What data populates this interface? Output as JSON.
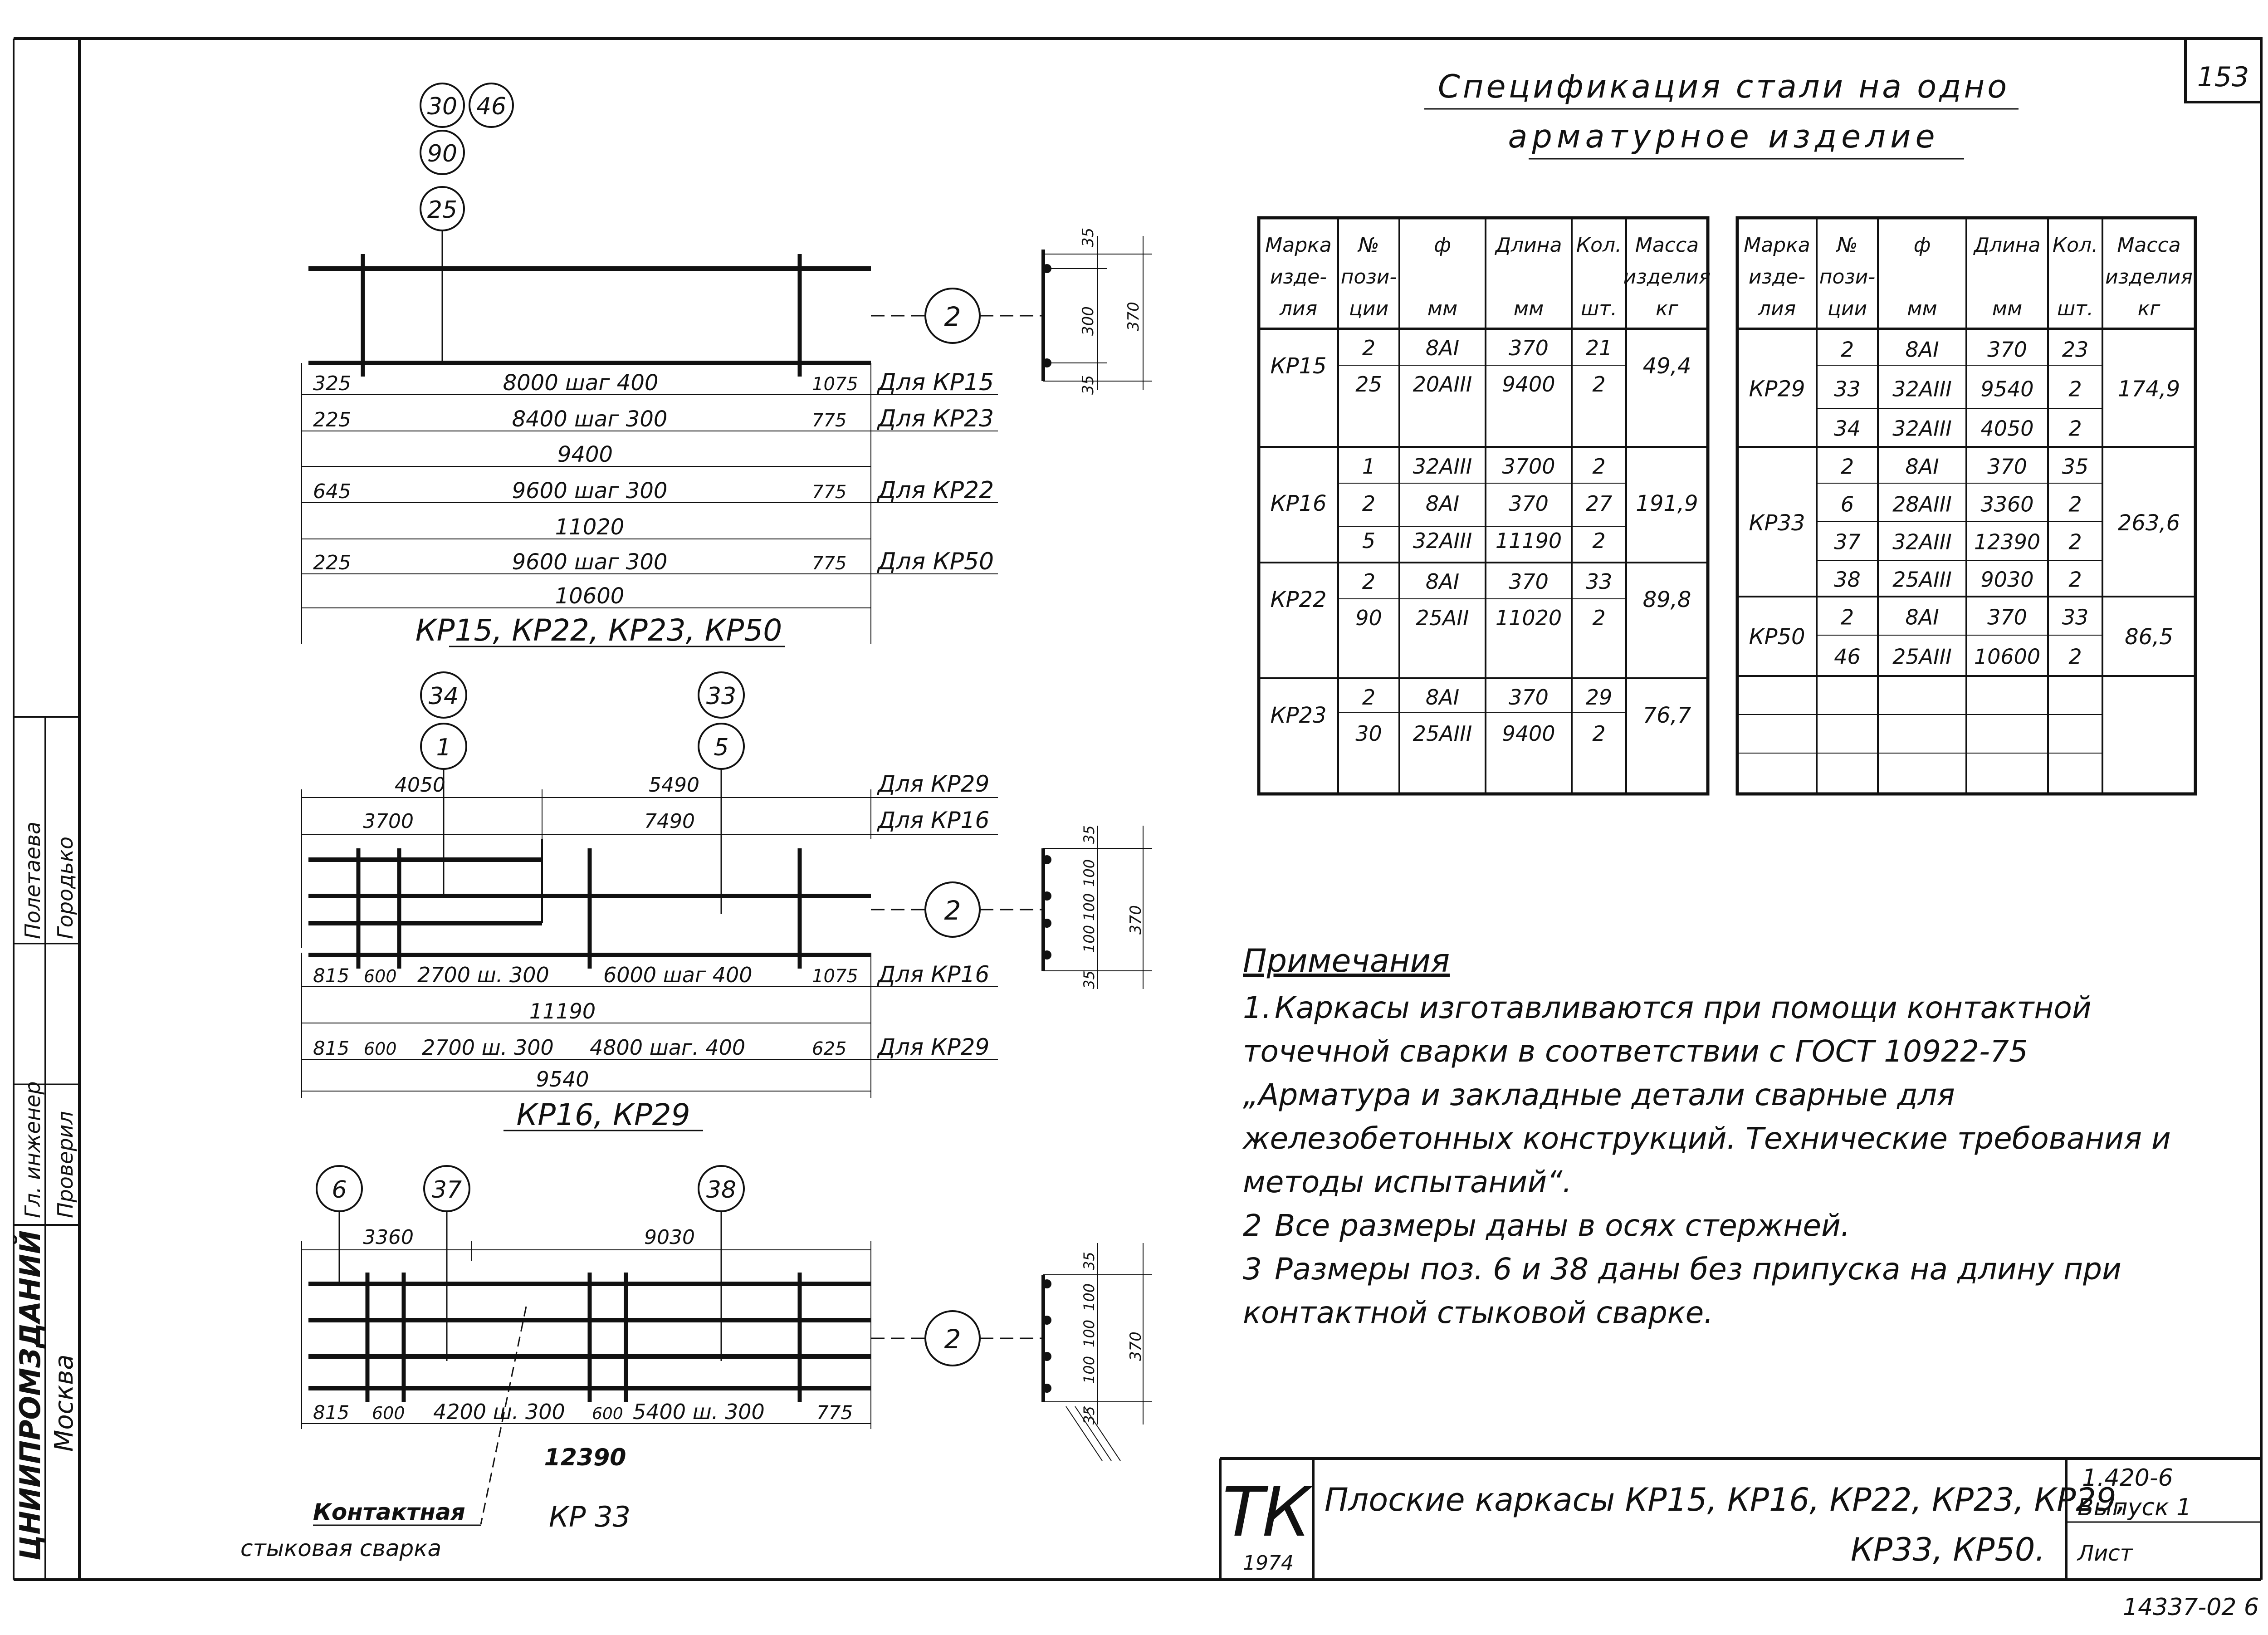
{
  "sheet": {
    "page_number": "153"
  },
  "spec": {
    "title_line1": "Спецификация стали на одно",
    "title_line2": "арматурное изделие",
    "headers": [
      [
        "Марка",
        "изде-",
        "лия"
      ],
      [
        "№",
        "пози-",
        "ции"
      ],
      [
        "ф",
        "",
        "мм"
      ],
      [
        "Длина",
        "",
        "мм"
      ],
      [
        "Кол.",
        "",
        "шт."
      ],
      [
        "Масса",
        "изделия",
        "кг"
      ]
    ],
    "left_table": [
      {
        "mark": "КР15",
        "mass": "49,4",
        "rows": [
          [
            "2",
            "8АI",
            "370",
            "21"
          ],
          [
            "25",
            "20АIII",
            "9400",
            "2"
          ]
        ]
      },
      {
        "mark": "КР16",
        "mass": "191,9",
        "rows": [
          [
            "1",
            "32АIII",
            "3700",
            "2"
          ],
          [
            "2",
            "8АI",
            "370",
            "27"
          ],
          [
            "5",
            "32АIII",
            "11190",
            "2"
          ]
        ]
      },
      {
        "mark": "КР22",
        "mass": "89,8",
        "rows": [
          [
            "2",
            "8АI",
            "370",
            "33"
          ],
          [
            "90",
            "25АII",
            "11020",
            "2"
          ]
        ]
      },
      {
        "mark": "КР23",
        "mass": "76,7",
        "rows": [
          [
            "2",
            "8АI",
            "370",
            "29"
          ],
          [
            "30",
            "25АIII",
            "9400",
            "2"
          ]
        ]
      }
    ],
    "right_table": [
      {
        "mark": "КР29",
        "mass": "174,9",
        "rows": [
          [
            "2",
            "8АI",
            "370",
            "23"
          ],
          [
            "33",
            "32АIII",
            "9540",
            "2"
          ],
          [
            "34",
            "32АIII",
            "4050",
            "2"
          ]
        ]
      },
      {
        "mark": "КР33",
        "mass": "263,6",
        "rows": [
          [
            "2",
            "8АI",
            "370",
            "35"
          ],
          [
            "6",
            "28АIII",
            "3360",
            "2"
          ],
          [
            "37",
            "32АIII",
            "12390",
            "2"
          ],
          [
            "38",
            "25АIII",
            "9030",
            "2"
          ]
        ]
      },
      {
        "mark": "КР50",
        "mass": "86,5",
        "rows": [
          [
            "2",
            "8АI",
            "370",
            "33"
          ],
          [
            "46",
            "25АIII",
            "10600",
            "2"
          ]
        ]
      }
    ]
  },
  "frame1": {
    "bubbles": [
      "30",
      "46",
      "90",
      "25"
    ],
    "section_bubble": "2",
    "section_dims": [
      "35",
      "300",
      "35",
      "370"
    ],
    "dims": {
      "r1": [
        "325",
        "8000 шаг 400",
        "1075",
        "Для КР15"
      ],
      "r2": [
        "225",
        "8400 шаг 300",
        "775",
        "Для КР23"
      ],
      "r3": [
        "9400"
      ],
      "r4": [
        "645",
        "9600 шаг 300",
        "775",
        "Для КР22"
      ],
      "r5": [
        "11020"
      ],
      "r6": [
        "225",
        "9600 шаг 300",
        "775",
        "Для КР50"
      ],
      "r7": [
        "10600"
      ]
    },
    "caption": "КР15, КР22, КР23, КР50"
  },
  "frame2": {
    "bubbles": [
      "34",
      "1",
      "33",
      "5"
    ],
    "section_bubble": "2",
    "section_dims": [
      "35",
      "100",
      "100",
      "100",
      "35",
      "370"
    ],
    "top_dims": [
      "4050",
      "5490",
      "Для КР29",
      "3700",
      "7490",
      "Для КР16"
    ],
    "dims": {
      "r1": [
        "815",
        "600",
        "2700 ш. 300",
        "6000 шаг 400",
        "1075",
        "Для КР16"
      ],
      "r2": [
        "11190"
      ],
      "r3": [
        "815",
        "600",
        "2700 ш. 300",
        "4800 шаг. 400",
        "625",
        "Для КР29"
      ],
      "r4": [
        "9540"
      ]
    },
    "caption": "КР16, КР29"
  },
  "frame3": {
    "bubbles": [
      "6",
      "37",
      "38"
    ],
    "section_bubble": "2",
    "section_dims": [
      "35",
      "100",
      "100",
      "100",
      "35",
      "370"
    ],
    "top_dims": [
      "3360",
      "9030"
    ],
    "dims": [
      "815",
      "600",
      "4200 ш. 300",
      "600",
      "5400 ш. 300",
      "775"
    ],
    "total": "12390",
    "caption": "КР 33",
    "weld_label_1": "Контактная",
    "weld_label_2": "стыковая сварка"
  },
  "notes": {
    "heading": "Примечания",
    "items": [
      {
        "n": "1.",
        "text": "Каркасы изготавливаются при помощи контактной точечной сварки в соответствии с ГОСТ 10922-75 „Арматура и закладные детали сварные для железобетонных конструкций. Технические требования и методы испытаний“."
      },
      {
        "n": "2",
        "text": "Все размеры даны в осях стержней."
      },
      {
        "n": "3",
        "text": "Размеры поз. 6 и 38 даны без припуска на длину при контактной стыковой сварке."
      }
    ]
  },
  "title_block": {
    "logo": "ТК",
    "year": "1974",
    "title_line1": "Плоские каркасы КР15, КР16, КР22, КР23, КР29,",
    "title_line2": "КР33, КР50.",
    "series": "1.420-6",
    "issue": "Выпуск 1",
    "sheet_label": "Лист"
  },
  "side_stamp": {
    "org": "ЦНИИПРОМЗДАНИЙ",
    "city": "Москва",
    "role1": "Гл. инженер",
    "role2": "Проверил",
    "name1": "Полетаева",
    "name2": "Городько"
  },
  "footer_code": "14337-02 6"
}
